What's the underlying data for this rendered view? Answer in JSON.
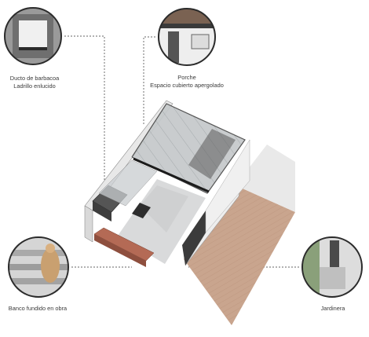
{
  "callouts": {
    "top_left": {
      "line1": "Ducto de barbacoa",
      "line2": "Ladrillo enlucido"
    },
    "top_right": {
      "line1": "Porche",
      "line2": "Espacio cubierto apergolado"
    },
    "bottom_left": {
      "line1": "Banco fundido en obra"
    },
    "bottom_right": {
      "line1": "Jardinera"
    }
  },
  "colors": {
    "leader_line": "#333333",
    "circle_ring": "#2b2b2b",
    "deck": "#c9a58e",
    "wall_white": "#f4f4f4",
    "wall_dark": "#3a3a3a",
    "glass_roof": "#b8bcbe",
    "brick_bench": "#b46a55"
  }
}
